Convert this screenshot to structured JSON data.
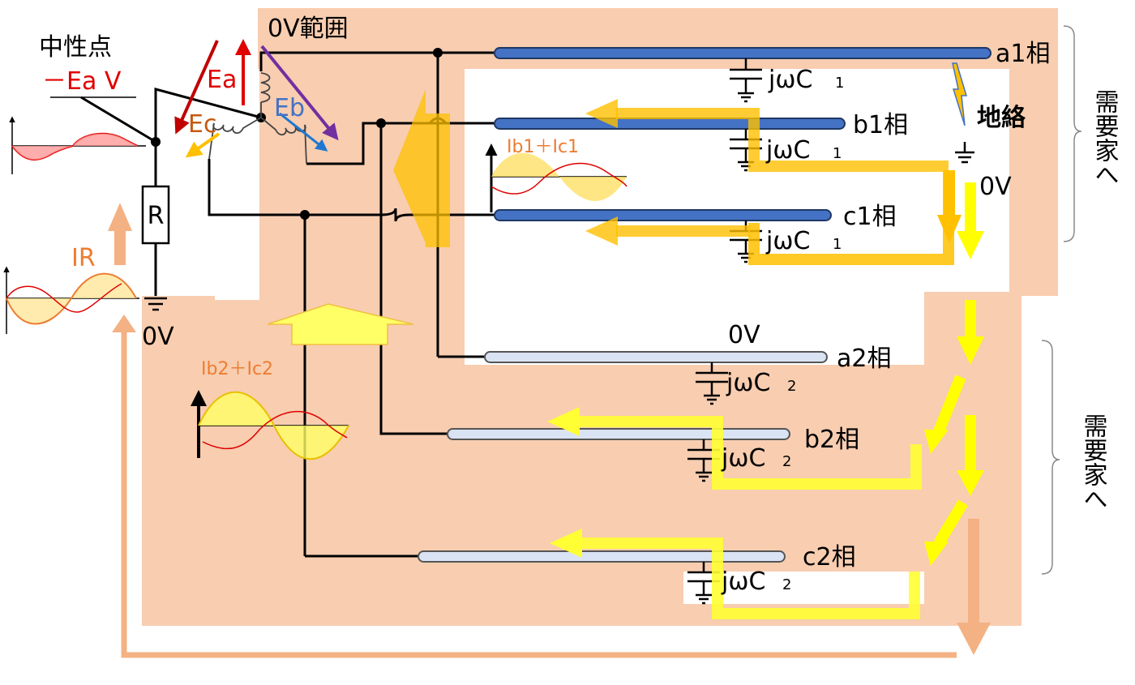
{
  "labels": {
    "neutral_point": "中性点",
    "neutral_voltage": "－Ea V",
    "zero_volt_range": "0V範囲",
    "ea": "Ea",
    "eb": "Eb",
    "ec": "Ec",
    "resistor": "R",
    "ir": "IR",
    "zero_v_ground": "0V",
    "a1": "a1相",
    "b1": "b1相",
    "c1": "c1相",
    "jwc1": "jωC",
    "sub1": "1",
    "ground_fault": "地絡",
    "zero_v_fault": "0V",
    "ib1_ic1": "Ib1＋Ic1",
    "zero_v_a2": "0V",
    "a2": "a2相",
    "b2": "b2相",
    "c2": "c2相",
    "jwc2": "jωC",
    "sub2": "2",
    "ib2_ic2": "Ib2＋Ic2",
    "customer_1": "需要家へ",
    "customer_2": "需要家へ"
  },
  "colors": {
    "zone": "#f8cdb0",
    "line1": "#4472c4",
    "line2": "#dae3f3",
    "current_yellow": "#ffff33",
    "current_orange": "#ffc000",
    "ir_arrow": "#f4b183",
    "ea_red": "#e00000",
    "eb_purple": "#7030a0",
    "ec_orange": "#ffc000",
    "eb_text": "#4472c4",
    "ec_text": "#c55a11"
  }
}
